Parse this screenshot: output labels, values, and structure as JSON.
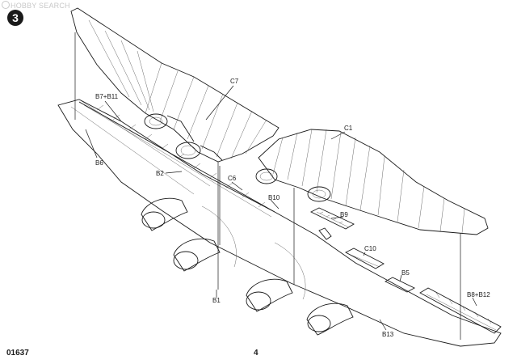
{
  "watermark": "HOBBY SEARCH",
  "step": "3",
  "footer": {
    "code": "01637",
    "page": "4"
  },
  "parts": {
    "c7": "C7",
    "b7b11": "B7+B11",
    "b6": "B6",
    "b2": "B2",
    "c6": "C6",
    "b10": "B10",
    "c1": "C1",
    "b9": "B9",
    "c10": "C10",
    "b5": "B5",
    "b8b12": "B8+B12",
    "b1": "B1",
    "b13": "B13"
  }
}
